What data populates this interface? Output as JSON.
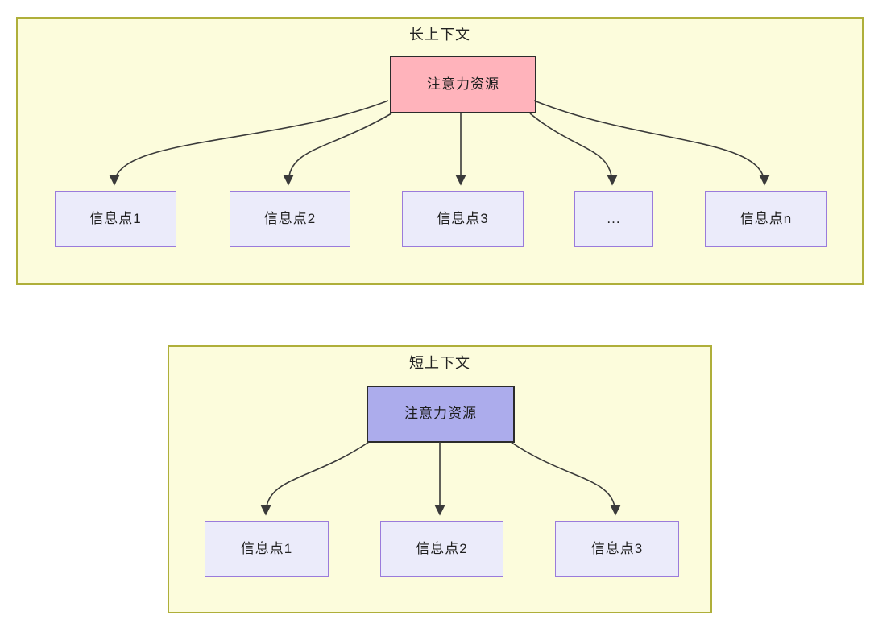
{
  "colors": {
    "container_fill": "#fcfcdc",
    "container_border": "#afaf3a",
    "attention_long_fill": "#ffb3bb",
    "attention_short_fill": "#acacec",
    "attention_border": "#2b2b2b",
    "info_fill": "#ebebfa",
    "info_border": "#9a7bdb",
    "arrow": "#3a3a3a"
  },
  "long_context": {
    "title": "长上下文",
    "attention_label": "注意力资源",
    "info_points": [
      "信息点1",
      "信息点2",
      "信息点3",
      "...",
      "信息点n"
    ]
  },
  "short_context": {
    "title": "短上下文",
    "attention_label": "注意力资源",
    "info_points": [
      "信息点1",
      "信息点2",
      "信息点3"
    ]
  }
}
